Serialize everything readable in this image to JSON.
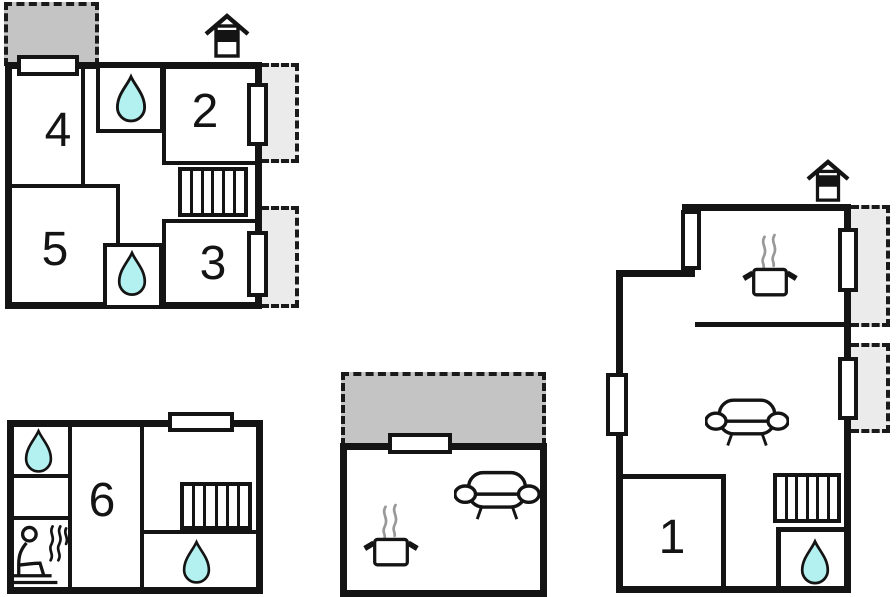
{
  "plan_type": "floor-plan",
  "rooms": {
    "r1": "1",
    "r2": "2",
    "r3": "3",
    "r4": "4",
    "r5": "5",
    "r6": "6"
  },
  "colors": {
    "wall": "#141414",
    "water_drop": "#b3f1f1",
    "terrace_fill": "#c4c4c4",
    "balcony_fill": "#ebebeb",
    "steam": "#999999",
    "background": "#ffffff"
  },
  "icons": {
    "water": "water-drop",
    "sauna": "sauna-person-with-steam",
    "stove": "cooking-pot-with-steam",
    "sofa": "sofa",
    "fireplace": "fireplace-chimney",
    "stairs": "staircase",
    "window": "window",
    "terrace": "terrace-dashed",
    "balcony": "balcony-dashed"
  }
}
